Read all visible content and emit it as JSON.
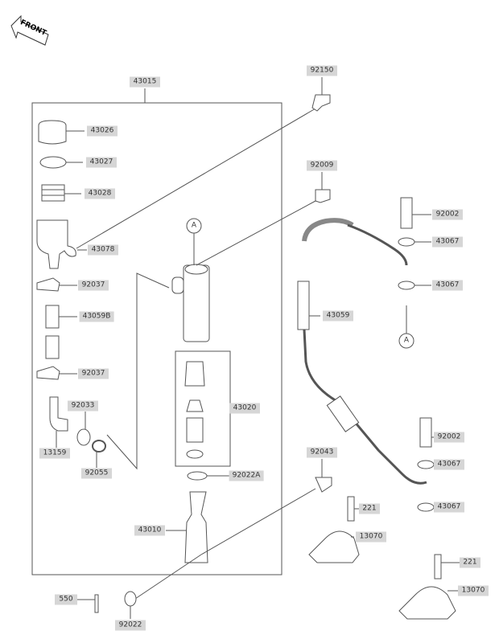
{
  "front_label": "FRONT",
  "callouts": {
    "a_marker": "A",
    "labels": [
      "43015",
      "92150",
      "43026",
      "43027",
      "43028",
      "43078",
      "92037",
      "43059B",
      "92037",
      "92033",
      "13159",
      "92055",
      "92009",
      "92002",
      "43067",
      "43067",
      "43059",
      "43020",
      "92022A",
      "92043",
      "43010",
      "221",
      "13070",
      "221",
      "13070",
      "92002",
      "43067",
      "43067",
      "550",
      "92022"
    ]
  },
  "colors": {
    "label_bg": "#d6d6d6",
    "line": "#555555"
  }
}
